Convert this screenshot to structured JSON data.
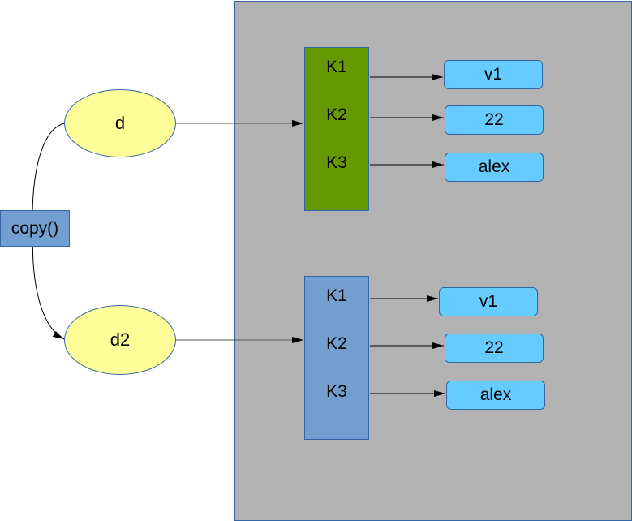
{
  "copy_label": "copy()",
  "dicts": [
    {
      "name": "d",
      "keys": [
        "K1",
        "K2",
        "K3"
      ],
      "values": [
        "v1",
        "22",
        "alex"
      ],
      "color": "#669900"
    },
    {
      "name": "d2",
      "keys": [
        "K1",
        "K2",
        "K3"
      ],
      "values": [
        "v1",
        "22",
        "alex"
      ],
      "color": "#729fcf"
    }
  ],
  "colors": {
    "panel": "#b2b2b2",
    "variable_fill": "#ffff99",
    "value_fill": "#66ccff",
    "border": "#3465a4"
  }
}
